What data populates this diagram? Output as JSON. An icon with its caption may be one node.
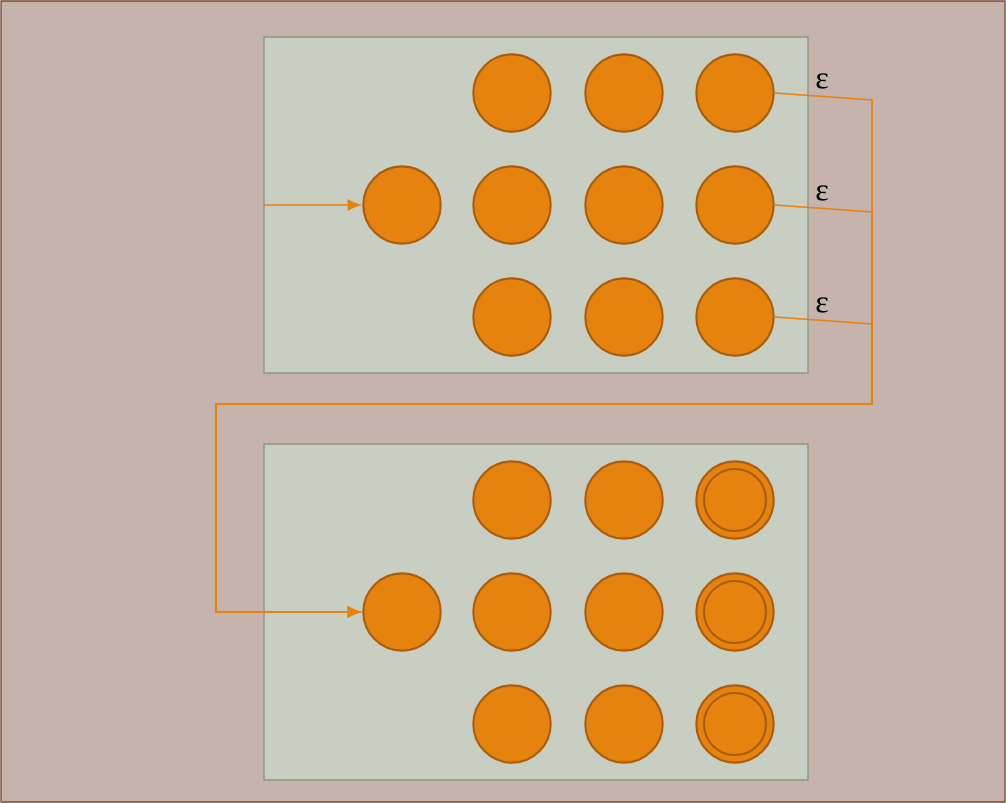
{
  "diagram": {
    "nodes": [
      {
        "text": [],
        "shape": "box"
      },
      {
        "text": [],
        "shape": "circle",
        "in": 0
      },
      {
        "text": [],
        "shape": "circle",
        "in": 0
      },
      {
        "text": [],
        "shape": "circle",
        "in": 0
      },
      {
        "text": [],
        "shape": "circle",
        "in": 0
      },
      {
        "text": [],
        "shape": "circle",
        "in": 0
      },
      {
        "text": [],
        "shape": "circle",
        "in": 0
      },
      {
        "text": [],
        "shape": "circle",
        "in": 0
      },
      {
        "text": [],
        "shape": "circle",
        "in": 0
      },
      {
        "text": [],
        "shape": "circle",
        "in": 0
      },
      {
        "text": [],
        "shape": "circle",
        "in": 0
      },
      {
        "text": [],
        "shape": "box"
      },
      {
        "text": [],
        "shape": "circle",
        "in": 11
      },
      {
        "text": [],
        "shape": "circle",
        "in": 11
      },
      {
        "text": [],
        "shape": "circle",
        "in": 11
      },
      {
        "text": [],
        "shape": "circle",
        "in": 11
      },
      {
        "text": [],
        "shape": "circle",
        "in": 11
      },
      {
        "text": [],
        "shape": "circle",
        "in": 11
      },
      {
        "text": [],
        "shape": "circle",
        "in": 11
      },
      {
        "text": [],
        "shape": "circle",
        "in": 11
      },
      {
        "text": [],
        "shape": "circle",
        "in": 11
      },
      {
        "text": [],
        "shape": "circle",
        "in": 11
      }
    ],
    "edges": [
      {
        "from": null,
        "to": 4,
        "arrow": "to"
      },
      {
        "from": 3,
        "to": 15,
        "arrow": "to",
        "label": "ε"
      },
      {
        "from": 7,
        "to": 15,
        "arrow": "to",
        "label": "ε"
      },
      {
        "from": 10,
        "to": 15,
        "arrow": "to",
        "label": "ε"
      }
    ]
  }
}
